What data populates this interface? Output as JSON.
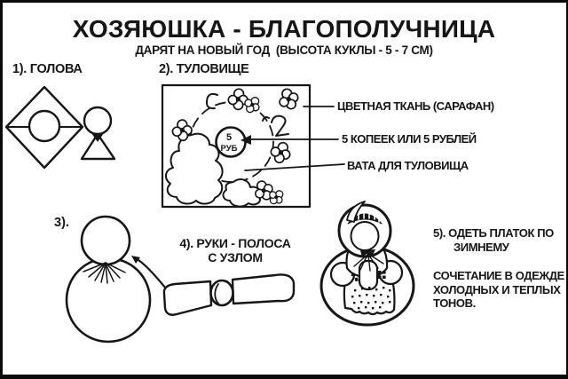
{
  "colors": {
    "ink": "#161616",
    "paper": "#ffffff"
  },
  "header": {
    "title": "ХОЗЯЮШКА - БЛАГОПОЛУЧНИЦА",
    "subtitle": "ДАРЯТ НА НОВЫЙ ГОД  (ВЫСОТА КУКЛЫ - 5 - 7 СМ)"
  },
  "steps": {
    "step1": {
      "label": "1). ГОЛОВА"
    },
    "step2": {
      "label": "2). ТУЛОВИЩЕ",
      "coin_top": "5",
      "coin_bottom": "РУБ",
      "annotations": [
        {
          "text": "ЦВЕТНАЯ ТКАНЬ (САРАФАН)"
        },
        {
          "text": "5 КОПЕЕК ИЛИ 5 РУБЛЕЙ"
        },
        {
          "text": "ВАТА ДЛЯ ТУЛОВИЩА"
        }
      ]
    },
    "step3": {
      "label": "3)."
    },
    "step4": {
      "label_line1": "4). РУКИ - ПОЛОСА",
      "label_line2": "С УЗЛОМ"
    },
    "step5": {
      "label_line1": "5). ОДЕТЬ ПЛАТОК ПО",
      "label_line2": "ЗИМНЕМУ",
      "note": "СОЧЕТАНИЕ В ОДЕЖДЕ ХОЛОДНЫХ И ТЕПЛЫХ ТОНОВ."
    }
  }
}
